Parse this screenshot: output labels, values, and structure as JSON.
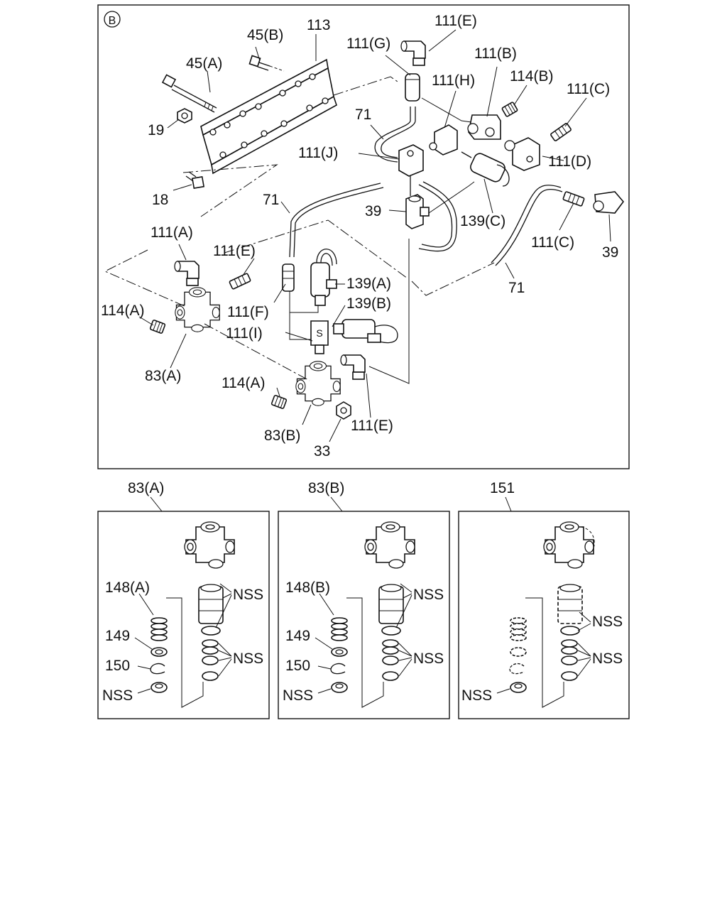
{
  "view_marker": "B",
  "main_labels": {
    "l45a": "45(A)",
    "l45b": "45(B)",
    "l113": "113",
    "l19": "19",
    "l18": "18",
    "l111g": "111(G)",
    "l111e_top": "111(E)",
    "l111b": "111(B)",
    "l111h": "111(H)",
    "l114b": "114(B)",
    "l111c_top": "111(C)",
    "l71_top": "71",
    "l111j": "111(J)",
    "l111d": "111(D)",
    "l71_mid": "71",
    "l39_left": "39",
    "l139c": "139(C)",
    "l111c_bot": "111(C)",
    "l39_right": "39",
    "l111a": "111(A)",
    "l111e_mid": "111(E)",
    "l139a": "139(A)",
    "l114a_top": "114(A)",
    "l111f": "111(F)",
    "l139b": "139(B)",
    "l111i": "111(I)",
    "l71_bot": "71",
    "l83a": "83(A)",
    "l114a_bot": "114(A)",
    "l111e_bot": "111(E)",
    "l83b": "83(B)",
    "l33": "33"
  },
  "detail_panels": [
    {
      "title": "83(A)",
      "labels": {
        "spring": "148(A)",
        "washer": "149",
        "clip": "150",
        "cap": "NSS"
      },
      "nss_upper": "NSS",
      "nss_lower": "NSS"
    },
    {
      "title": "83(B)",
      "labels": {
        "spring": "148(B)",
        "washer": "149",
        "clip": "150",
        "cap": "NSS"
      },
      "nss_upper": "NSS",
      "nss_lower": "NSS"
    },
    {
      "title": "151",
      "labels": {
        "cap": "NSS"
      },
      "nss_upper": "NSS",
      "nss_lower": "NSS"
    }
  ]
}
